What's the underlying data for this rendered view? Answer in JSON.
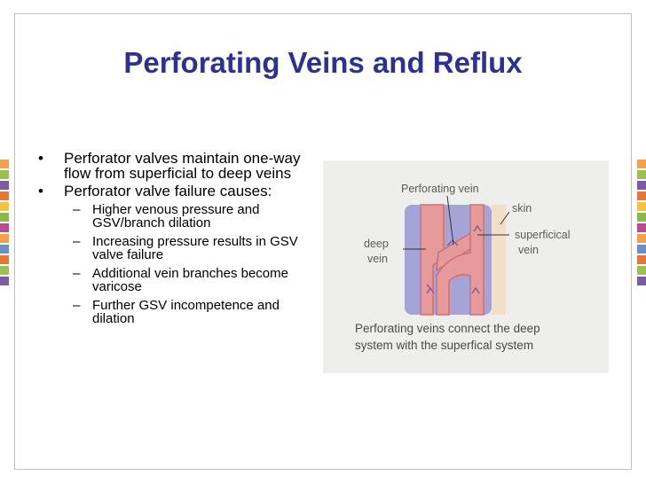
{
  "slide": {
    "title": "Perforating Veins and Reflux",
    "bullets": [
      {
        "text": "Perforator valves maintain one-way flow from superficial to deep veins",
        "sub": []
      },
      {
        "text": "Perforator valve failure causes:",
        "sub": [
          "Higher venous pressure and GSV/branch dilation",
          "Increasing pressure results in GSV valve failure",
          "Additional vein branches become varicose",
          "Further GSV incompetence and dilation"
        ]
      }
    ]
  },
  "diagram": {
    "labels": {
      "perforating_vein": "Perforating vein",
      "skin": "skin",
      "deep_vein_line1": "deep",
      "deep_vein_line2": "vein",
      "superficial_vein_line1": "superficical",
      "superficial_vein_line2": "vein"
    },
    "caption_line1": "Perforating veins connect the deep",
    "caption_line2": "system with the superfical system"
  },
  "colors": {
    "title": "#2e3192",
    "tissue": "#a6a3d6",
    "skin": "#f3dfc8",
    "vein_fill": "#e79a9a",
    "vein_stroke": "#cf6f73"
  }
}
